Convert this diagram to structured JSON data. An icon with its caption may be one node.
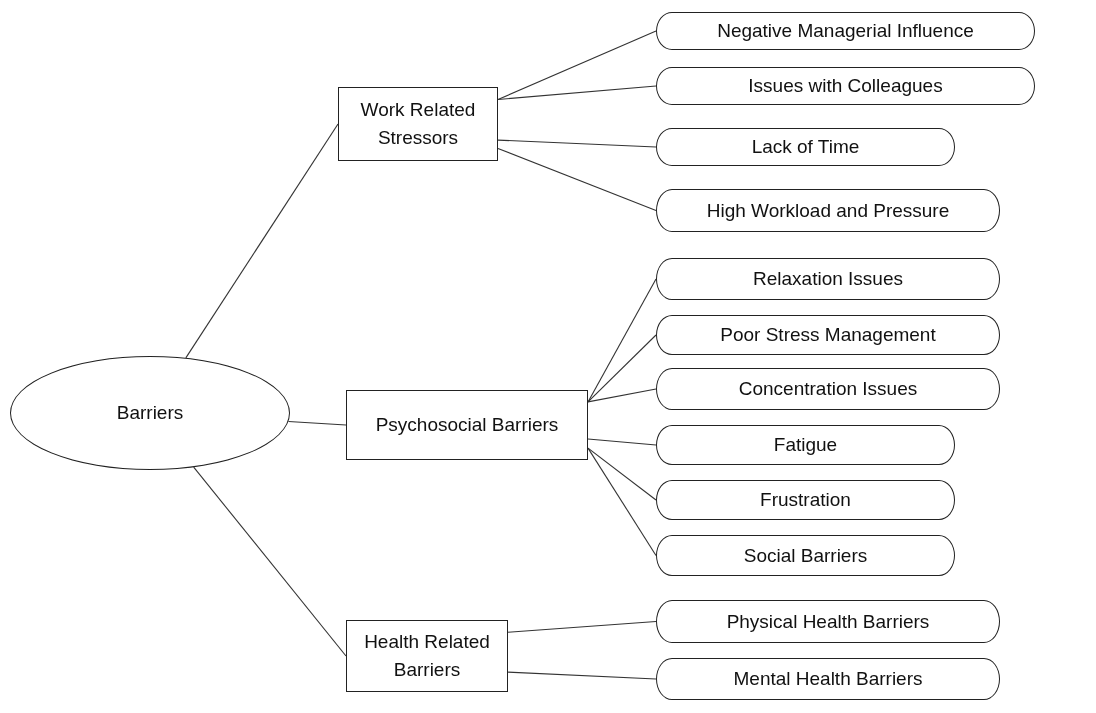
{
  "diagram": {
    "nodes": [
      {
        "text": [
          "Barriers"
        ]
      },
      {
        "text": [
          "Work Related Stressors"
        ]
      },
      {
        "text": [
          "Psychosocial Barriers"
        ]
      },
      {
        "text": [
          "Health Related Barriers"
        ]
      },
      {
        "text": [
          "Negative Managerial Influence"
        ]
      },
      {
        "text": [
          "Issues with Colleagues"
        ]
      },
      {
        "text": [
          "Lack of Time"
        ]
      },
      {
        "text": [
          "High Workload and Pressure"
        ]
      },
      {
        "text": [
          "Relaxation Issues"
        ]
      },
      {
        "text": [
          "Poor Stress Management"
        ]
      },
      {
        "text": [
          "Concentration Issues"
        ]
      },
      {
        "text": [
          "Fatigue"
        ]
      },
      {
        "text": [
          "Frustration"
        ]
      },
      {
        "text": [
          "Social Barriers"
        ]
      },
      {
        "text": [
          "Physical Health Barriers"
        ]
      },
      {
        "text": [
          "Mental Health Barriers"
        ]
      }
    ],
    "edges": [
      {
        "from": 0,
        "to": 1,
        "arrow": "none"
      },
      {
        "from": 0,
        "to": 2,
        "arrow": "none"
      },
      {
        "from": 0,
        "to": 3,
        "arrow": "none"
      },
      {
        "from": 1,
        "to": 4,
        "arrow": "none"
      },
      {
        "from": 1,
        "to": 5,
        "arrow": "none"
      },
      {
        "from": 1,
        "to": 6,
        "arrow": "none"
      },
      {
        "from": 1,
        "to": 7,
        "arrow": "none"
      },
      {
        "from": 2,
        "to": 8,
        "arrow": "none"
      },
      {
        "from": 2,
        "to": 9,
        "arrow": "none"
      },
      {
        "from": 2,
        "to": 10,
        "arrow": "none"
      },
      {
        "from": 2,
        "to": 11,
        "arrow": "none"
      },
      {
        "from": 2,
        "to": 12,
        "arrow": "none"
      },
      {
        "from": 2,
        "to": 13,
        "arrow": "none"
      },
      {
        "from": 3,
        "to": 14,
        "arrow": "none"
      },
      {
        "from": 3,
        "to": 15,
        "arrow": "none"
      }
    ]
  }
}
